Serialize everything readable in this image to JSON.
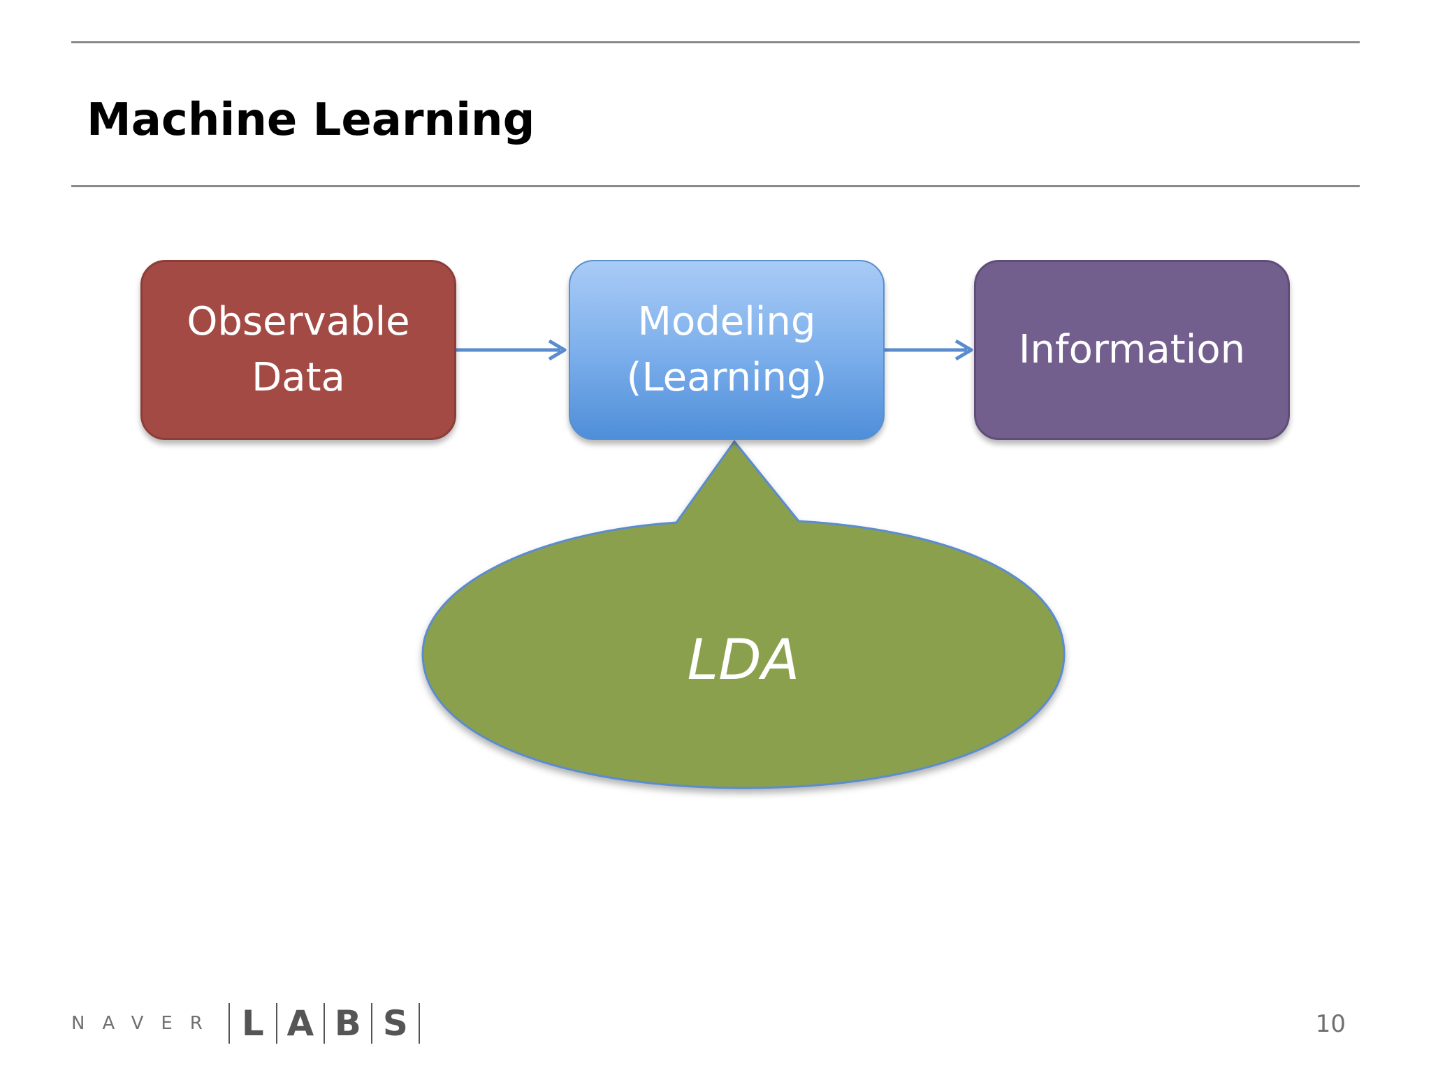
{
  "slide": {
    "title": "Machine Learning",
    "page_number": "10"
  },
  "diagram": {
    "nodes": [
      {
        "id": "observable-data",
        "lines": [
          "Observable",
          "Data"
        ],
        "color": "#a34a45"
      },
      {
        "id": "modeling",
        "lines": [
          "Modeling",
          "(Learning)"
        ],
        "color": "#6fa4e8"
      },
      {
        "id": "information",
        "lines": [
          "Information"
        ],
        "color": "#735f8e"
      }
    ],
    "callout": {
      "label": "LDA",
      "color": "#8aa04e"
    },
    "arrow_color": "#5b8ccf"
  },
  "logo": {
    "brand": "NAVER",
    "letters": [
      "L",
      "A",
      "B",
      "S"
    ]
  }
}
